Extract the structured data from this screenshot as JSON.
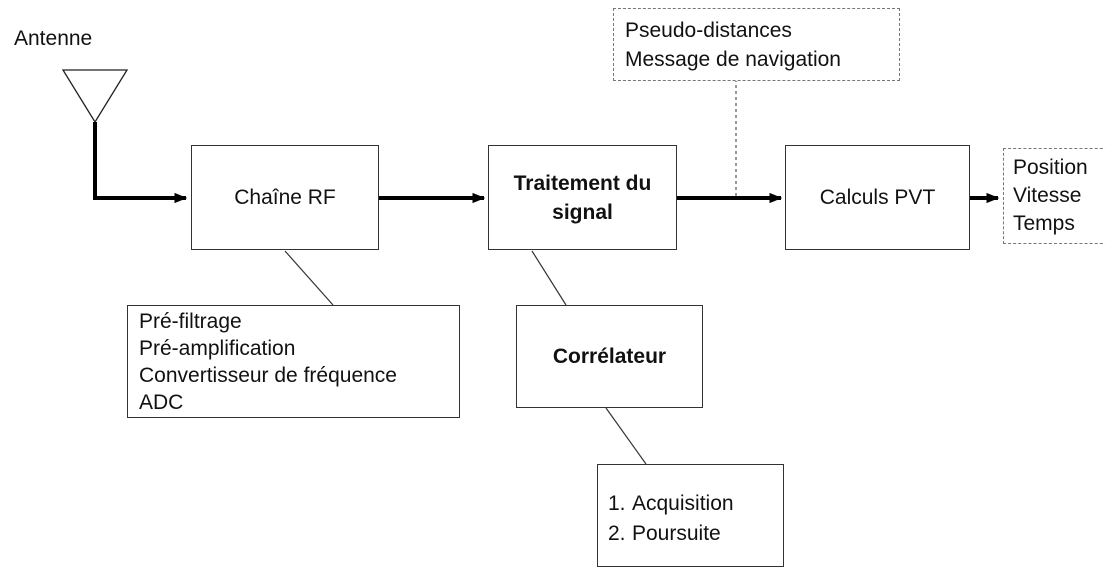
{
  "antenna": {
    "label": "Antenne"
  },
  "blocks": {
    "rf_chain": "Chaîne RF",
    "signal_processing": "Traitement du signal",
    "correlator": "Corrélateur",
    "pvt": "Calculs PVT"
  },
  "rf_details": [
    "Pré-filtrage",
    "Pré-amplification",
    "Convertisseur de fréquence",
    "ADC"
  ],
  "correlator_steps": [
    {
      "num": "1.",
      "text": "Acquisition"
    },
    {
      "num": "2.",
      "text": "Poursuite"
    }
  ],
  "measurements": [
    "Pseudo-distances",
    "Message de navigation"
  ],
  "outputs": [
    "Position",
    "Vitesse",
    "Temps"
  ]
}
